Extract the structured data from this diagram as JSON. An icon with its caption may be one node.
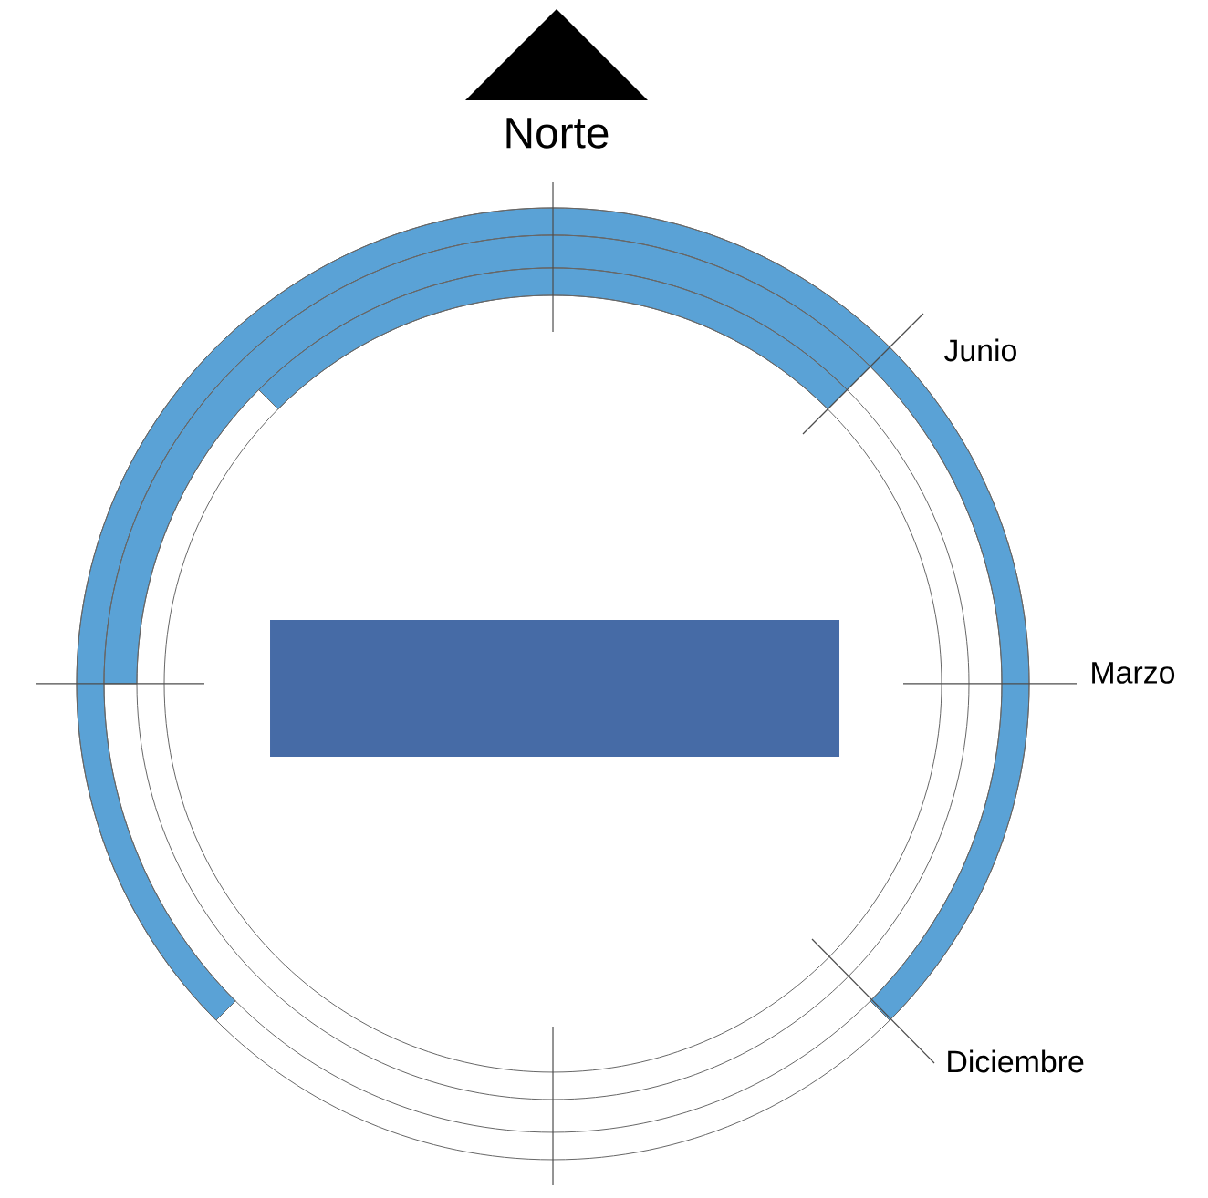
{
  "diagram": {
    "nodes": [
      {
        "text": [],
        "shape": "box"
      }
    ],
    "labels": [
      "Norte",
      "Junio",
      "Marzo",
      "Diciembre"
    ]
  }
}
